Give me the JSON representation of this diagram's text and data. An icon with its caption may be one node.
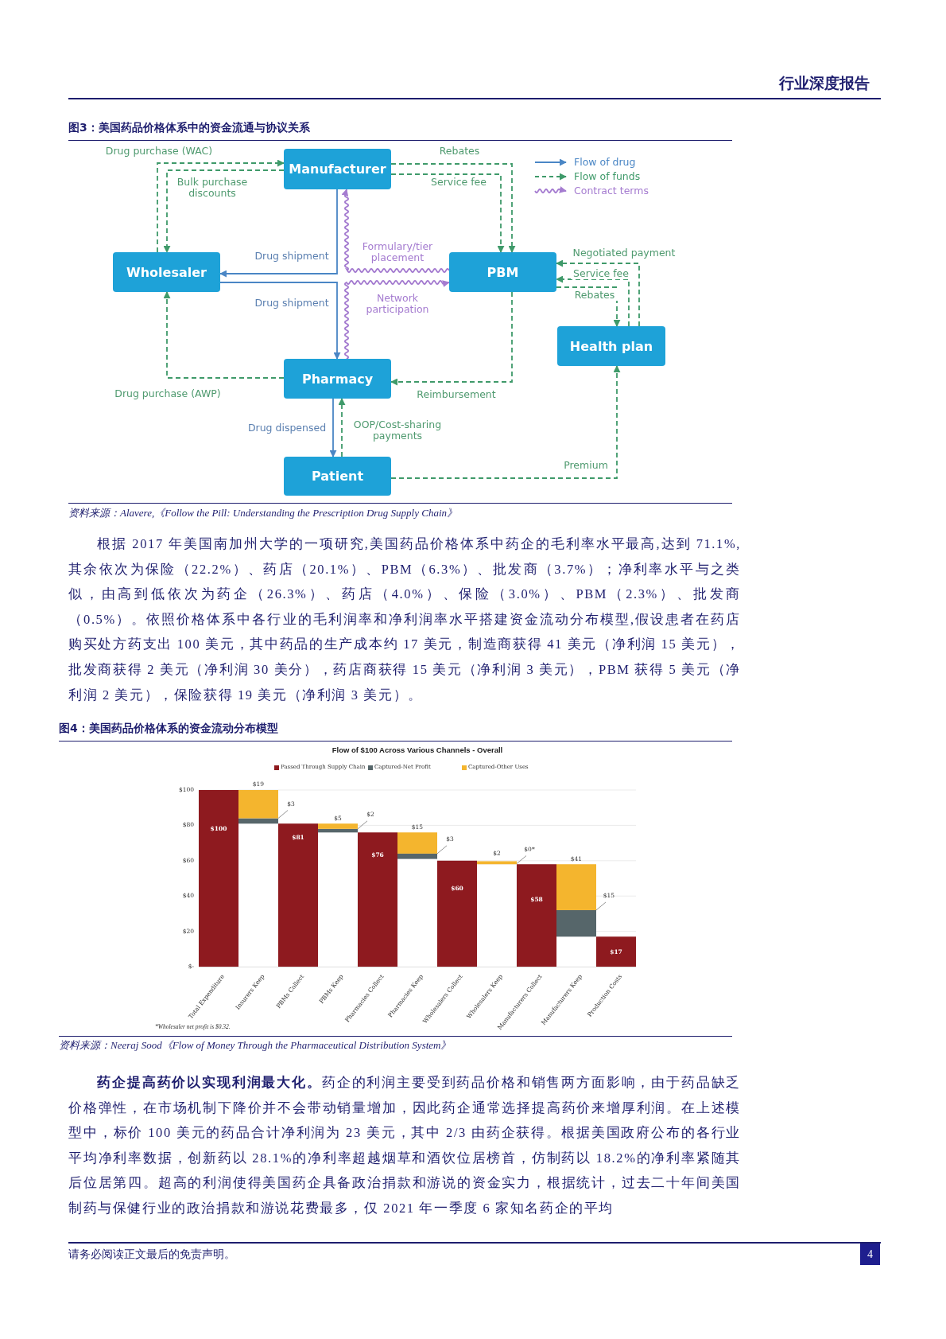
{
  "diagram": {
    "title": "图3：美国药品价格体系中的资金流通与协议关系",
    "caption": "资料来源：Alavere,《Follow the Pill: Understanding the Prescription Drug Supply Chain》",
    "nodes": [
      {
        "text": [
          "Manufacturer"
        ]
      },
      {
        "text": [
          "Wholesaler"
        ]
      },
      {
        "text": [
          "PBM"
        ]
      },
      {
        "text": [
          "Health plan"
        ]
      },
      {
        "text": [
          "Pharmacy"
        ]
      },
      {
        "text": [
          "Patient"
        ]
      }
    ],
    "edges": [
      {
        "from": 1,
        "to": 0,
        "arrow": "to",
        "label": "Drug purchase (WAC)",
        "style": "dashed"
      },
      {
        "from": 0,
        "to": 1,
        "arrow": "to",
        "label": "Bulk purchase discounts",
        "style": "dashed"
      },
      {
        "from": 0,
        "to": 2,
        "arrow": "to",
        "label": "Rebates",
        "style": "dashed"
      },
      {
        "from": 0,
        "to": 2,
        "arrow": "to",
        "label": "Service fee",
        "style": "dashed"
      },
      {
        "from": 0,
        "to": 1,
        "arrow": "to",
        "label": "Drug shipment",
        "color": "#4a86c5"
      },
      {
        "from": 1,
        "to": 4,
        "arrow": "to",
        "label": "Drug shipment",
        "color": "#4a86c5"
      },
      {
        "from": 2,
        "to": 0,
        "arrow": "to",
        "label": "Formulary/tier placement",
        "color": "#a57cd0"
      },
      {
        "from": 4,
        "to": 2,
        "arrow": "to",
        "label": "Network participation",
        "color": "#a57cd0"
      },
      {
        "from": 3,
        "to": 2,
        "arrow": "to",
        "label": "Negotiated payment",
        "style": "dashed"
      },
      {
        "from": 3,
        "to": 2,
        "arrow": "to",
        "label": "Service fee",
        "style": "dashed"
      },
      {
        "from": 2,
        "to": 3,
        "arrow": "to",
        "label": "Rebates",
        "style": "dashed"
      },
      {
        "from": 4,
        "to": 1,
        "arrow": "to",
        "label": "Drug purchase (AWP)",
        "style": "dashed"
      },
      {
        "from": 2,
        "to": 4,
        "arrow": "to",
        "label": "Reimbursement",
        "style": "dashed"
      },
      {
        "from": 4,
        "to": 5,
        "arrow": "to",
        "label": "Drug dispensed",
        "color": "#4a86c5"
      },
      {
        "from": 5,
        "to": 4,
        "arrow": "to",
        "label": "OOP/Cost-sharing payments",
        "style": "dashed"
      },
      {
        "from": 5,
        "to": 3,
        "arrow": "to",
        "label": "Premium",
        "style": "dashed"
      }
    ],
    "legend": [
      {
        "text": "Flow of drug"
      },
      {
        "text": "Flow of funds"
      },
      {
        "text": "Contract terms"
      }
    ],
    "labels": [
      "行业深度报告",
      "根据 2017 年美国南加州大学的一项研究,美国药品价格体系中药企的毛利率水平最高,达到 71.1%,其余依次为保险（22.2%）、药店（20.1%）、PBM（6.3%）、批发商（3.7%）；净利率水平与之类似，由高到低依次为药企（26.3%）、药店（4.0%）、保险（3.0%）、PBM（2.3%）、批发商（0.5%）。依照价格体系中各行业的毛利润率和净利润率水平搭建资金流动分布模型,假设患者在药店购买处方药支出 100 美元，其中药品的生产成本约 17 美元，制造商获得 41 美元（净利润 15 美元），批发商获得 2 美元（净利润 30 美分），药店商获得 15 美元（净利润 3 美元），PBM 获得 5 美元（净利润 2 美元），保险获得 19 美元（净利润 3 美元）。",
      "图4：美国药品价格体系的资金流动分布模型",
      "*Wholesaler net profit is $0.32.",
      "资料来源：Neeraj Sood《Flow of Money Through the Pharmaceutical Distribution System》",
      "**药企提高药价以实现利润最大化。**药企的利润主要受到药品价格和销售两方面影响，由于药品缺乏价格弹性，在市场机制下降价并不会带动销量增加，因此药企通常选择提高药价来增厚利润。在上述模型中，标价 100 美元的药品合计净利润为 23 美元，其中 2/3 由药企获得。根据美国政府公布的各行业平均净利率数据，创新药以 28.1%的净利率超越烟草和酒饮位居榜首，仿制药以 18.2%的净利率紧随其后位居第四。超高的利润使得美国药企具备政治捐款和游说的资金实力，根据统计，过去二十年间美国制药与保健行业的政治捐款和游说花费最多，仅 2021 年一季度 6 家知名药企的平均",
      "请务必阅读正文最后的免责声明。",
      "4"
    ],
    "chart_data": {
      "type": "bar",
      "stacked": true,
      "title": "Flow of $100 Across Various Channels - Overall",
      "categories": [
        "Total Expenditure",
        "Insurers Keep",
        "PBMs Collect",
        "PBMs Keep",
        "Pharmacies Collect",
        "Pharmacies Keep",
        "Wholesalers Collect",
        "Wholesalers Keep",
        "Manufacturers Collect",
        "Manufacturers Keep",
        "Production Costs"
      ],
      "series": [
        {
          "color": "#ffffff",
          "values": [
            null,
            81,
            null,
            76,
            null,
            61,
            null,
            58,
            null,
            17,
            null
          ]
        },
        {
          "name": "Passed Through Supply Chain",
          "color": "#8e1a1f",
          "values": [
            100,
            null,
            81,
            null,
            76,
            null,
            60,
            null,
            58,
            null,
            17
          ]
        },
        {
          "name": "Captured-Net Profit",
          "color": "#56666a",
          "values": [
            null,
            3,
            null,
            2,
            null,
            3,
            null,
            null,
            null,
            15,
            null
          ]
        },
        {
          "name": "Captured-Other Uses",
          "color": "#f4b52e",
          "values": [
            null,
            16,
            null,
            3,
            null,
            12,
            null,
            1.7,
            null,
            26,
            null
          ]
        }
      ],
      "ylim": [
        0,
        100
      ],
      "grid": true,
      "legend": "top",
      "yticks": [
        {
          "value": 0,
          "label": "$-"
        },
        {
          "value": 20,
          "label": "$20"
        },
        {
          "value": 40,
          "label": "$40"
        },
        {
          "value": 60,
          "label": "$60"
        },
        {
          "value": 80,
          "label": "$80"
        },
        {
          "value": 100,
          "label": "$100"
        }
      ],
      "annotations": [
        "$100",
        "$19",
        "$3",
        "$81",
        "$5",
        "$2",
        "$76",
        "$15",
        "$3",
        "$60",
        "$2",
        "$0*",
        "$58",
        "$41",
        "$15",
        "$17"
      ]
    }
  }
}
